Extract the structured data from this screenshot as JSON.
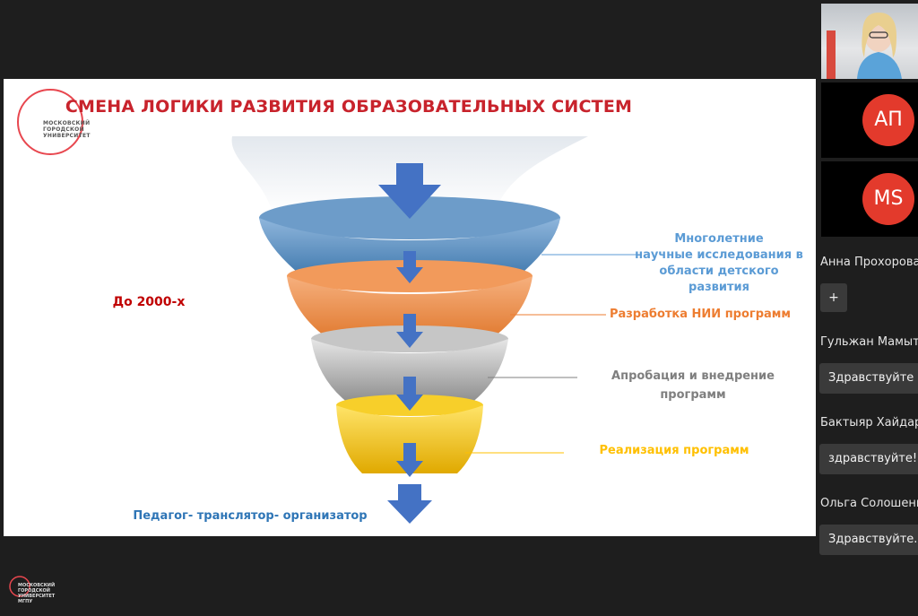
{
  "slide": {
    "title": "СМЕНА ЛОГИКИ РАЗВИТИЯ ОБРАЗОВАТЕЛЬНЫХ СИСТЕМ",
    "logo_lines": [
      "МОСКОВСКИЙ",
      "ГОРОДСКОЙ",
      "УНИВЕРСИТЕТ"
    ],
    "era_label": "До 2000-х",
    "bottom_label": "Педагог- транслятор- организатор",
    "funnel_labels": [
      {
        "lines": [
          "Многолетние",
          "научные исследования в",
          "области детского развития"
        ],
        "color": "#5b9bd5"
      },
      {
        "lines": [
          "Разработка НИИ программ"
        ],
        "color": "#ed7d31"
      },
      {
        "lines": [
          "Апробация и внедрение",
          "программ"
        ],
        "color": "#7f7f7f"
      },
      {
        "lines": [
          "Реализация программ"
        ],
        "color": "#ffc000"
      }
    ],
    "colors": {
      "title": "#c8232c",
      "arrow": "#4472c4",
      "era": "#c00000",
      "bottom": "#2e75b6"
    }
  },
  "participants": [
    {
      "initials": "АП"
    },
    {
      "initials": "MS"
    }
  ],
  "chat": [
    {
      "name": "Анна Прохорова",
      "message": "+"
    },
    {
      "name": "Гульжан Мамытова",
      "message": "Здравствуйте"
    },
    {
      "name": "Бактыяр Хайдаров",
      "message": "здравствуйте!"
    },
    {
      "name": "Ольга Солошенко",
      "message": "Здравствуйте."
    }
  ],
  "bottom_logo_lines": [
    "МОСКОВСКИЙ",
    "ГОРОДСКОЙ",
    "УНИВЕРСИТЕТ",
    "МГПУ"
  ]
}
